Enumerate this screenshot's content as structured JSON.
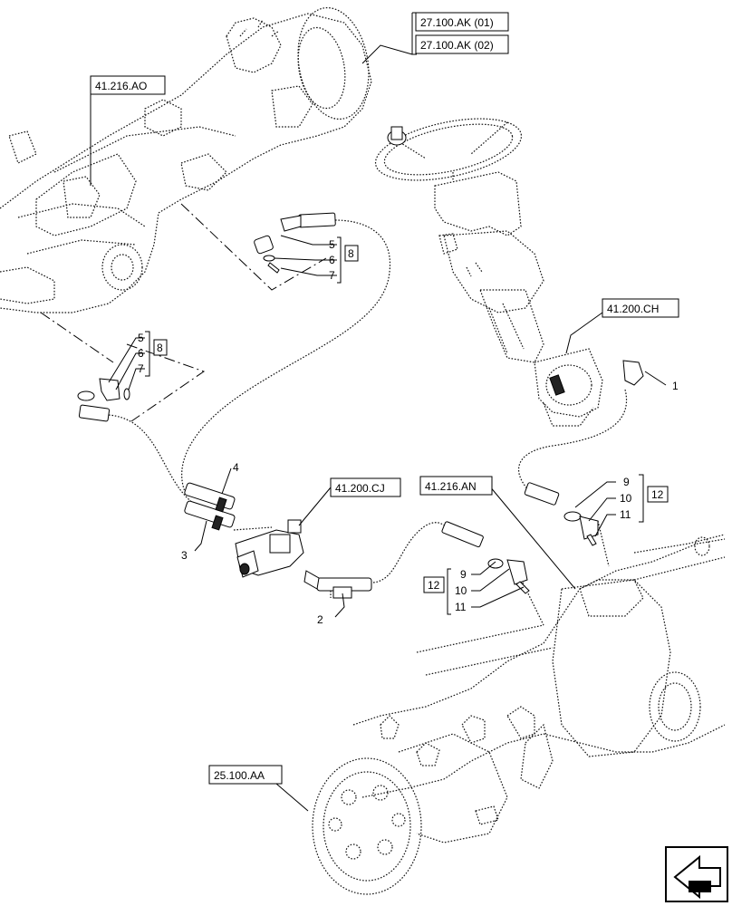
{
  "references": {
    "ak01": "27.100.AK (01)",
    "ak02": "27.100.AK (02)",
    "ao": "41.216.AO",
    "ch": "41.200.CH",
    "cj": "41.200.CJ",
    "an": "41.216.AN",
    "aa": "25.100.AA"
  },
  "callouts": {
    "c1": "1",
    "c2": "2",
    "c3": "3",
    "c4": "4",
    "upper_fitting": {
      "n5": "5",
      "n6": "6",
      "n7": "7",
      "group": "8"
    },
    "left_fitting": {
      "n5": "5",
      "n6": "6",
      "n7": "7",
      "group": "8"
    },
    "right_fitting": {
      "n9": "9",
      "n10": "10",
      "n11": "11",
      "group": "12"
    },
    "lower_fitting": {
      "n9": "9",
      "n10": "10",
      "n11": "11",
      "group": "12"
    }
  },
  "icons": {
    "nav": "previous-page-arrow-icon"
  }
}
